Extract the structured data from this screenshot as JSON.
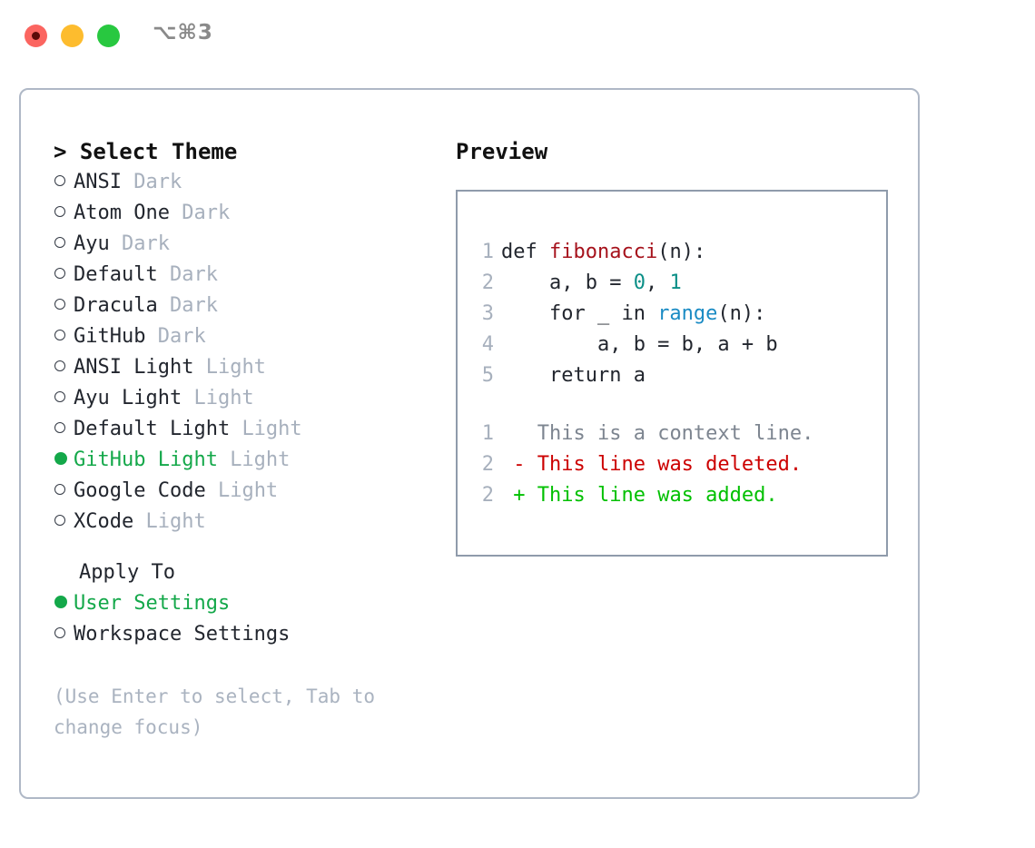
{
  "titlebar": {
    "shortcut": "⌥⌘3",
    "buttons": {
      "close": "close",
      "minimize": "minimize",
      "maximize": "maximize"
    }
  },
  "theme_picker": {
    "heading": "> Select Theme",
    "options": [
      {
        "bullet": "○",
        "name": "ANSI",
        "variant": "Dark",
        "selected": false
      },
      {
        "bullet": "○",
        "name": "Atom One",
        "variant": "Dark",
        "selected": false
      },
      {
        "bullet": "○",
        "name": "Ayu",
        "variant": "Dark",
        "selected": false
      },
      {
        "bullet": "○",
        "name": "Default",
        "variant": "Dark",
        "selected": false
      },
      {
        "bullet": "○",
        "name": "Dracula",
        "variant": "Dark",
        "selected": false
      },
      {
        "bullet": "○",
        "name": "GitHub",
        "variant": "Dark",
        "selected": false
      },
      {
        "bullet": "○",
        "name": "ANSI Light",
        "variant": "Light",
        "selected": false
      },
      {
        "bullet": "○",
        "name": "Ayu Light",
        "variant": "Light",
        "selected": false
      },
      {
        "bullet": "○",
        "name": "Default Light",
        "variant": "Light",
        "selected": false
      },
      {
        "bullet": "●",
        "name": "GitHub Light",
        "variant": "Light",
        "selected": true
      },
      {
        "bullet": "○",
        "name": "Google Code",
        "variant": "Light",
        "selected": false
      },
      {
        "bullet": "○",
        "name": "XCode",
        "variant": "Light",
        "selected": false
      }
    ]
  },
  "apply_to": {
    "heading": "Apply To",
    "options": [
      {
        "bullet": "●",
        "name": "User Settings",
        "selected": true
      },
      {
        "bullet": "○",
        "name": "Workspace Settings",
        "selected": false
      }
    ]
  },
  "hint": "(Use Enter to select, Tab to change focus)",
  "preview": {
    "heading": "Preview",
    "code_lines": [
      {
        "num": "1",
        "tokens": [
          {
            "t": "def ",
            "k": "plain"
          },
          {
            "t": "fibonacci",
            "k": "fn"
          },
          {
            "t": "(n):",
            "k": "plain"
          }
        ]
      },
      {
        "num": "2",
        "tokens": [
          {
            "t": "    a, b = ",
            "k": "plain"
          },
          {
            "t": "0",
            "k": "num"
          },
          {
            "t": ", ",
            "k": "plain"
          },
          {
            "t": "1",
            "k": "num"
          }
        ]
      },
      {
        "num": "3",
        "tokens": [
          {
            "t": "    for _ in ",
            "k": "plain"
          },
          {
            "t": "range",
            "k": "call"
          },
          {
            "t": "(n):",
            "k": "plain"
          }
        ]
      },
      {
        "num": "4",
        "tokens": [
          {
            "t": "        a, b = b, a + b",
            "k": "plain"
          }
        ]
      },
      {
        "num": "5",
        "tokens": [
          {
            "t": "    return a",
            "k": "plain"
          }
        ]
      }
    ],
    "diff_lines": [
      {
        "num": "1",
        "marker": " ",
        "text": " This is a context line.",
        "kind": "ctx"
      },
      {
        "num": "2",
        "marker": "-",
        "text": " This line was deleted.",
        "kind": "del"
      },
      {
        "num": "2",
        "marker": "+",
        "text": " This line was added.",
        "kind": "add"
      }
    ]
  },
  "colors": {
    "selected_green": "#14A84A",
    "diff_delete_red": "#CC0000",
    "diff_add_green": "#00C000",
    "function_red": "#A6121C",
    "number_teal": "#0B8F87",
    "call_blue": "#1A8BC4",
    "muted_gray": "#A7B0BD",
    "border_gray": "#AFB8C6"
  }
}
